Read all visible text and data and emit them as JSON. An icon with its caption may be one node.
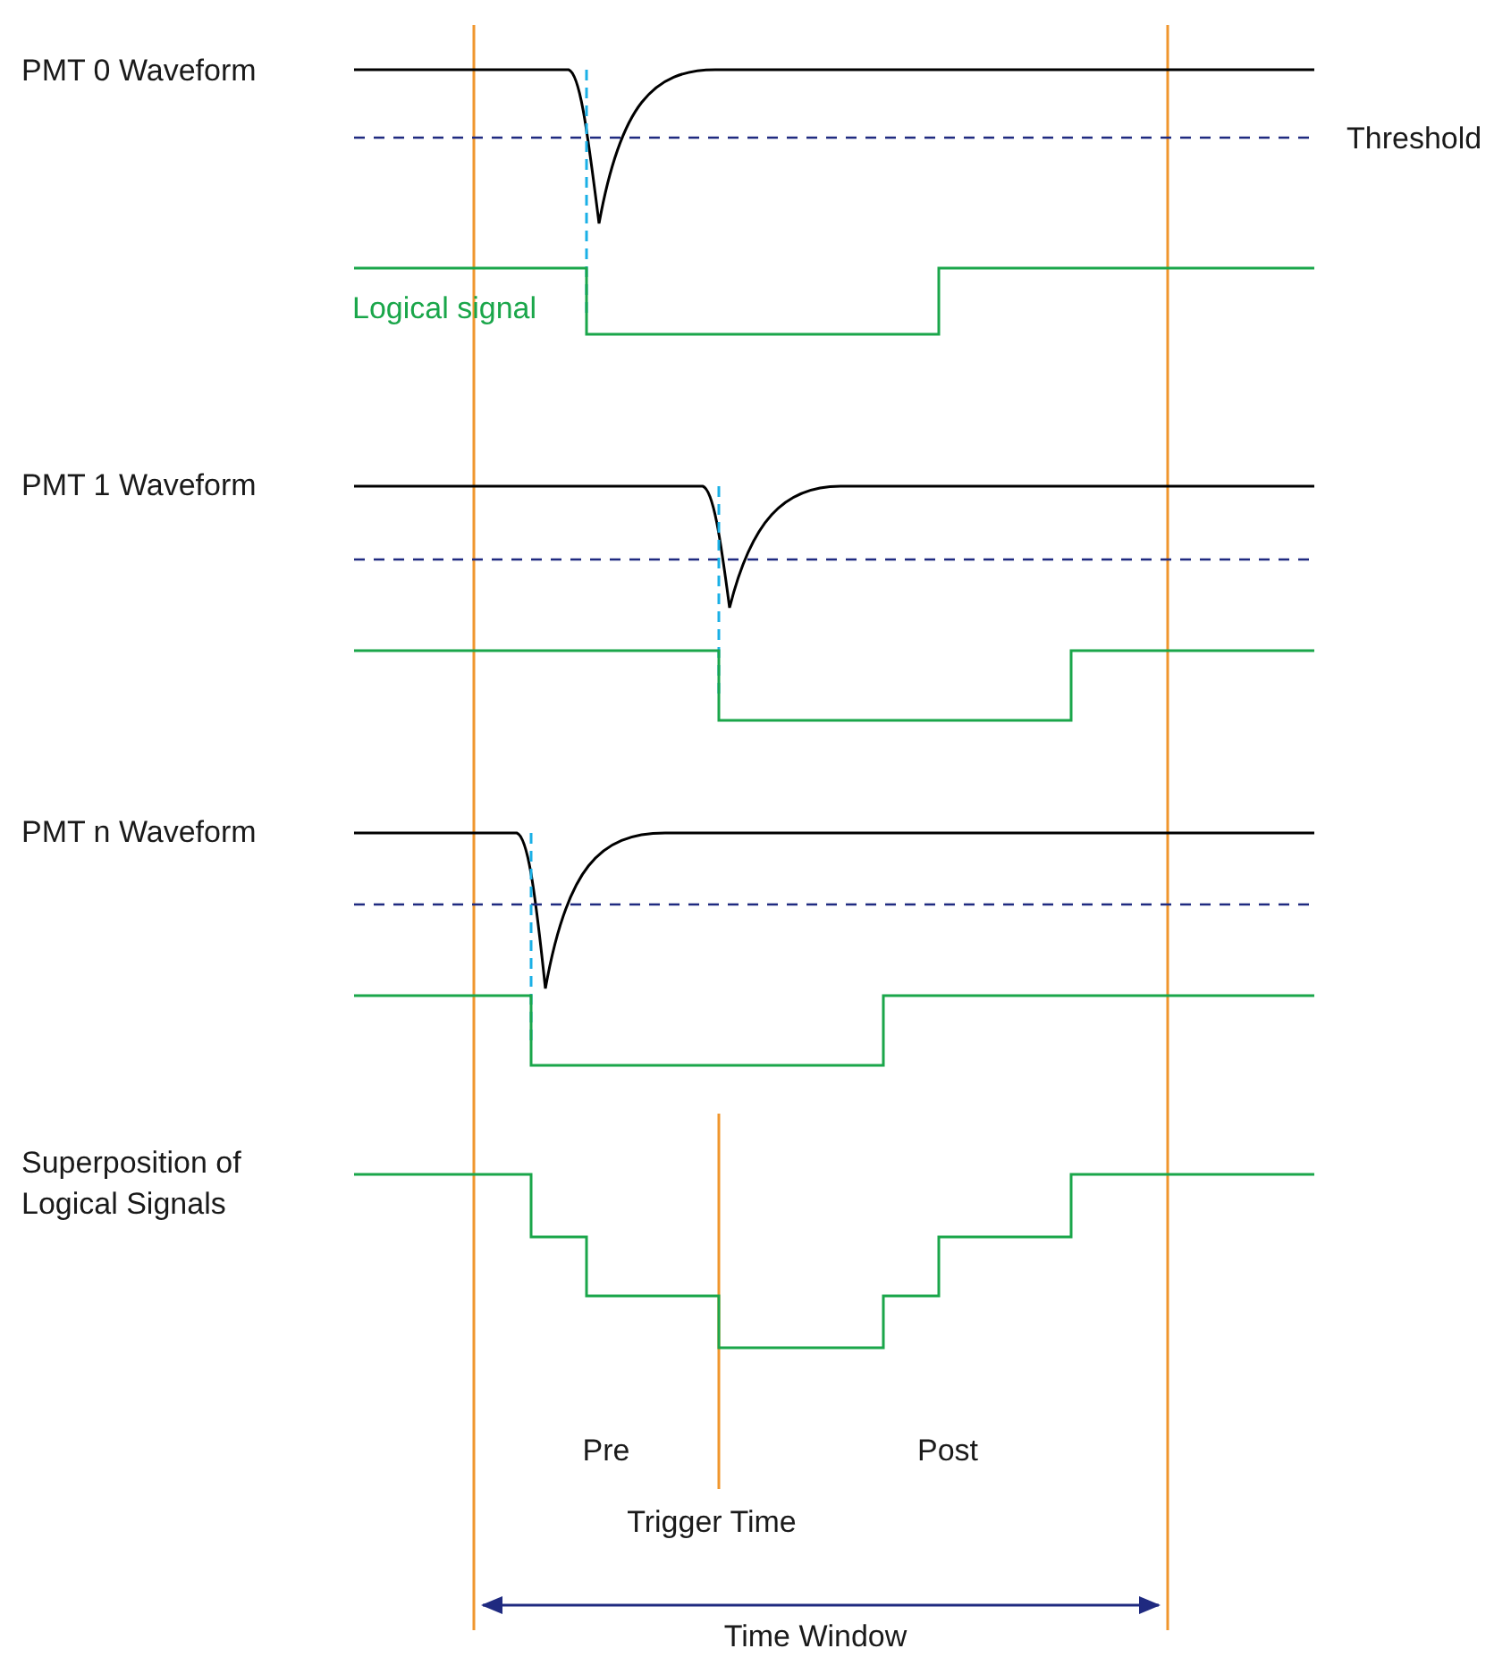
{
  "diagram": {
    "labels": [
      "PMT 0 Waveform",
      "Threshold",
      "Logical signal",
      "PMT 1 Waveform",
      "PMT n Waveform",
      "Superposition of Logical Signals",
      "Pre",
      "Post",
      "Trigger Time",
      "Time Window"
    ]
  }
}
